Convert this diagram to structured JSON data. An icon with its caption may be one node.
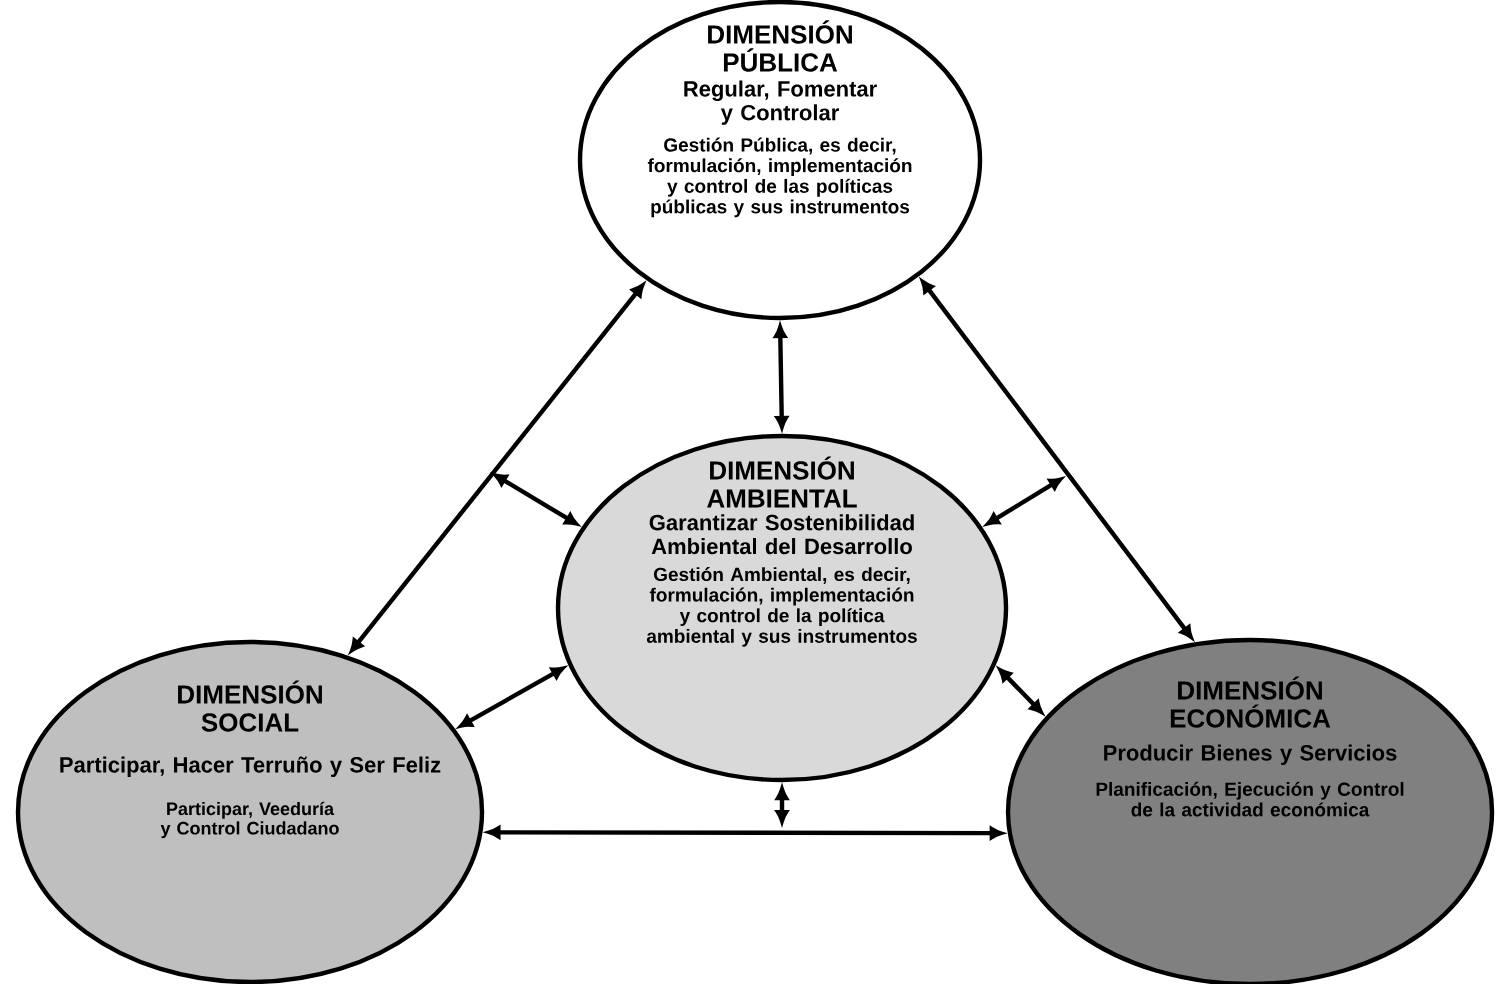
{
  "diagram": {
    "nodes": [
      {
        "text": [
          "DIMENSIÓN PÚBLICA",
          "Regular, Fomentar y Controlar",
          "Gestión Pública, es decir, formulación, implementación y control de las políticas públicas y sus instrumentos"
        ]
      },
      {
        "text": [
          "DIMENSIÓN AMBIENTAL",
          "Garantizar Sostenibilidad Ambiental del Desarrollo",
          "Gestión Ambiental, es decir, formulación, implementación y control de la política ambiental y sus instrumentos"
        ]
      },
      {
        "text": [
          "DIMENSIÓN SOCIAL",
          "Participar, Hacer Terruño y Ser Feliz",
          "Participar, Veeduría y Control Ciudadano"
        ]
      },
      {
        "text": [
          "DIMENSIÓN ECONÓMICA",
          "Producir Bienes y Servicios",
          "Planificación, Ejecución y Control de la actividad económica"
        ]
      }
    ],
    "edges": [
      {
        "from": 0,
        "to": 2,
        "arrow": "both"
      },
      {
        "from": 0,
        "to": 3,
        "arrow": "both"
      },
      {
        "from": 2,
        "to": 3,
        "arrow": "both"
      },
      {
        "from": 1,
        "to": 0,
        "arrow": "both"
      },
      {
        "from": 1,
        "to": null,
        "arrow": "both"
      },
      {
        "from": 1,
        "to": null,
        "arrow": "both"
      },
      {
        "from": 1,
        "to": 2,
        "arrow": "both"
      },
      {
        "from": 1,
        "to": 3,
        "arrow": "both"
      },
      {
        "from": 1,
        "to": null,
        "arrow": "both"
      }
    ]
  }
}
